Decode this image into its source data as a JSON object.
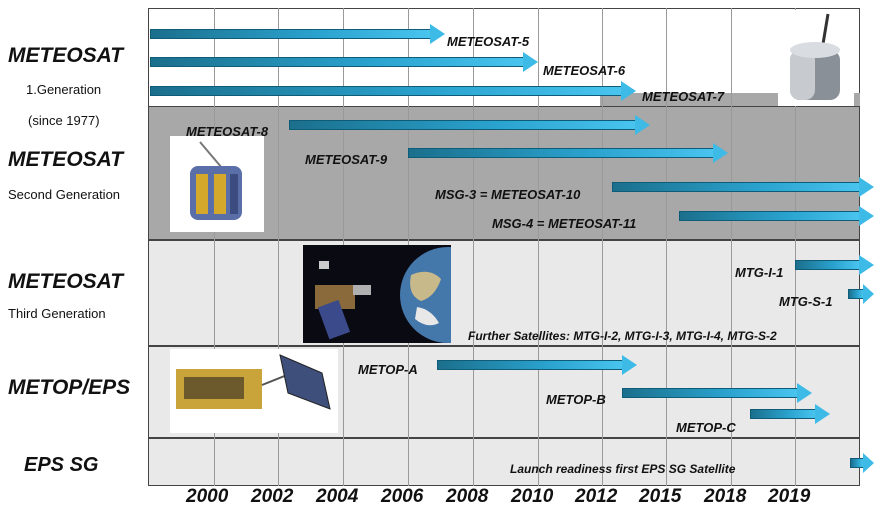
{
  "programs": {
    "meteosat1": {
      "title": "METEOSAT",
      "line1": "1.Generation",
      "line2": "(since 1977)"
    },
    "msg": {
      "title": "METEOSAT",
      "sub": "Second Generation"
    },
    "mtg": {
      "title": "METEOSAT",
      "sub": "Third Generation"
    },
    "metop": {
      "title": "METOP/EPS"
    },
    "epssg": {
      "title": "EPS SG"
    }
  },
  "satellites": [
    {
      "name": "METEOSAT-5"
    },
    {
      "name": "METEOSAT-6"
    },
    {
      "name": "METEOSAT-7"
    },
    {
      "name": "METEOSAT-8"
    },
    {
      "name": "METEOSAT-9"
    },
    {
      "name": "MSG-3 = METEOSAT-10"
    },
    {
      "name": "MSG-4 = METEOSAT-11"
    },
    {
      "name": "MTG-I-1"
    },
    {
      "name": "MTG-S-1"
    },
    {
      "name": "METOP-A"
    },
    {
      "name": "METOP-B"
    },
    {
      "name": "METOP-C"
    },
    {
      "name": "Launch readiness first EPS SG Satellite"
    }
  ],
  "notes": {
    "further": "Further Satellites:  MTG-I-2, MTG-I-3, MTG-I-4, MTG-S-2"
  },
  "years": [
    "2000",
    "2002",
    "2004",
    "2006",
    "2008",
    "2010",
    "2012",
    "2015",
    "2018",
    "2019"
  ]
}
